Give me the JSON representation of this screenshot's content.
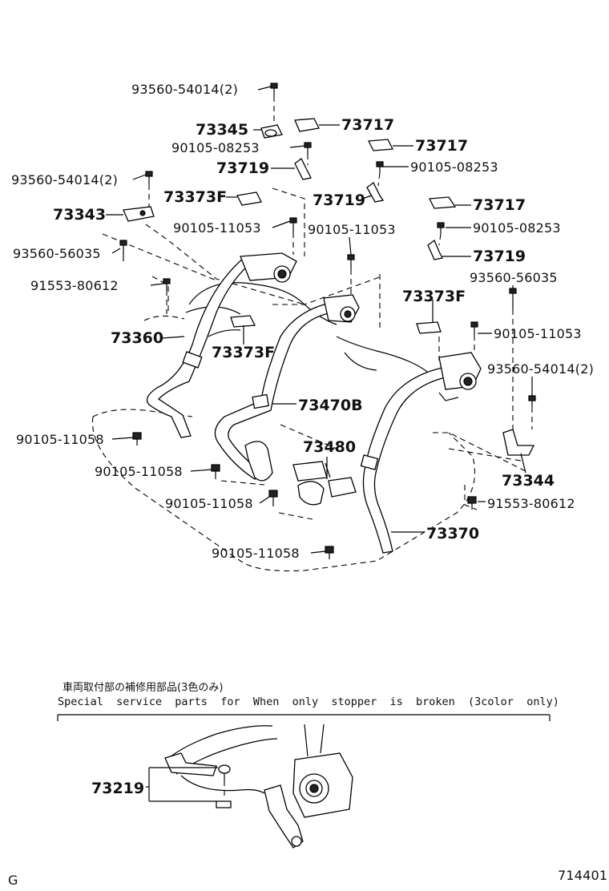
{
  "labels": {
    "l93560_54014_top": "93560-54014(2)",
    "l73345": "73345",
    "l73717_a": "73717",
    "l90105_08253_a": "90105-08253",
    "l73717_b": "73717",
    "l93560_54014_left": "93560-54014(2)",
    "l73719_a": "73719",
    "l90105_08253_b": "90105-08253",
    "l73373F_a": "73373F",
    "l73719_b": "73719",
    "l73717_c": "73717",
    "l73343": "73343",
    "l90105_11053_a": "90105-11053",
    "l90105_11053_b": "90105-11053",
    "l90105_08253_c": "90105-08253",
    "l93560_56035_left": "93560-56035",
    "l73719_c": "73719",
    "l91553_80612_left": "91553-80612",
    "l93560_56035_right": "93560-56035",
    "l73373F_b": "73373F",
    "l73360": "73360",
    "l73373F_c": "73373F",
    "l90105_11053_c": "90105-11053",
    "l93560_54014_right": "93560-54014(2)",
    "l73470B": "73470B",
    "l90105_11058_a": "90105-11058",
    "l73480": "73480",
    "l90105_11058_b": "90105-11058",
    "l73344": "73344",
    "l90105_11058_c": "90105-11058",
    "l91553_80612_right": "91553-80612",
    "l73370": "73370",
    "l90105_11058_d": "90105-11058",
    "l73219": "73219"
  },
  "special": {
    "japanese": "車両取付部の補修用部品(3色のみ)",
    "english": "Special  service  parts  for  When  only  stopper  is  broken  (3color  only)"
  },
  "footer": {
    "left_code": "G",
    "diagram_number": "714401"
  }
}
